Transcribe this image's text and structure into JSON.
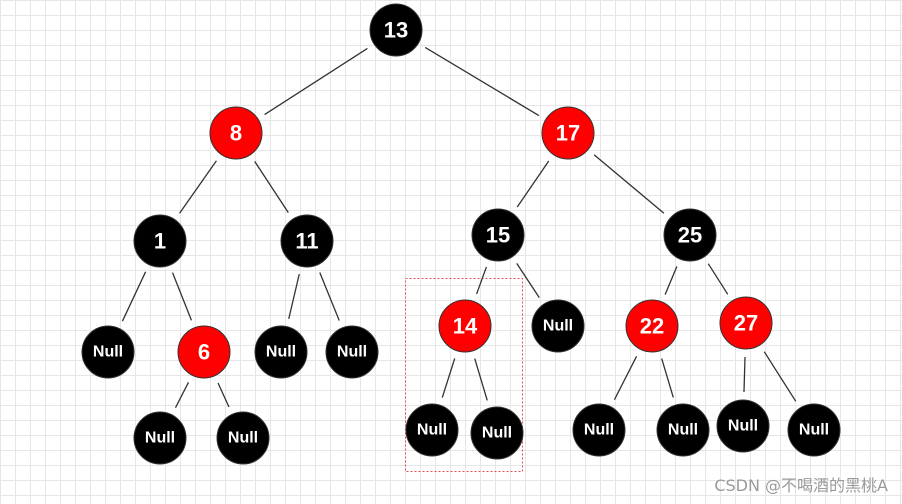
{
  "colors": {
    "red": "#ff0000",
    "black": "#000000",
    "highlight_box": "#e05050"
  },
  "nodes": {
    "n13": {
      "label": "13",
      "color": "black"
    },
    "n8": {
      "label": "8",
      "color": "red"
    },
    "n17": {
      "label": "17",
      "color": "red"
    },
    "n1": {
      "label": "1",
      "color": "black"
    },
    "n11": {
      "label": "11",
      "color": "black"
    },
    "n15": {
      "label": "15",
      "color": "black"
    },
    "n25": {
      "label": "25",
      "color": "black"
    },
    "nl1a": {
      "label": "Null",
      "color": "black"
    },
    "n6": {
      "label": "6",
      "color": "red"
    },
    "nl11a": {
      "label": "Null",
      "color": "black"
    },
    "nl11b": {
      "label": "Null",
      "color": "black"
    },
    "n14": {
      "label": "14",
      "color": "red"
    },
    "nl15b": {
      "label": "Null",
      "color": "black"
    },
    "n22": {
      "label": "22",
      "color": "red"
    },
    "n27": {
      "label": "27",
      "color": "red"
    },
    "nl6a": {
      "label": "Null",
      "color": "black"
    },
    "nl6b": {
      "label": "Null",
      "color": "black"
    },
    "nl14a": {
      "label": "Null",
      "color": "black"
    },
    "nl14b": {
      "label": "Null",
      "color": "black"
    },
    "nl22a": {
      "label": "Null",
      "color": "black"
    },
    "nl22b": {
      "label": "Null",
      "color": "black"
    },
    "nl27a": {
      "label": "Null",
      "color": "black"
    },
    "nl27b": {
      "label": "Null",
      "color": "black"
    }
  },
  "edges": [
    [
      "n13",
      "n8"
    ],
    [
      "n13",
      "n17"
    ],
    [
      "n8",
      "n1"
    ],
    [
      "n8",
      "n11"
    ],
    [
      "n17",
      "n15"
    ],
    [
      "n17",
      "n25"
    ],
    [
      "n1",
      "nl1a"
    ],
    [
      "n1",
      "n6"
    ],
    [
      "n11",
      "nl11a"
    ],
    [
      "n11",
      "nl11b"
    ],
    [
      "n15",
      "n14"
    ],
    [
      "n15",
      "nl15b"
    ],
    [
      "n25",
      "n22"
    ],
    [
      "n25",
      "n27"
    ],
    [
      "n6",
      "nl6a"
    ],
    [
      "n6",
      "nl6b"
    ],
    [
      "n14",
      "nl14a"
    ],
    [
      "n14",
      "nl14b"
    ],
    [
      "n22",
      "nl22a"
    ],
    [
      "n22",
      "nl22b"
    ],
    [
      "n27",
      "nl27a"
    ],
    [
      "n27",
      "nl27b"
    ]
  ],
  "watermark": "CSDN @不喝酒的黑桃A"
}
